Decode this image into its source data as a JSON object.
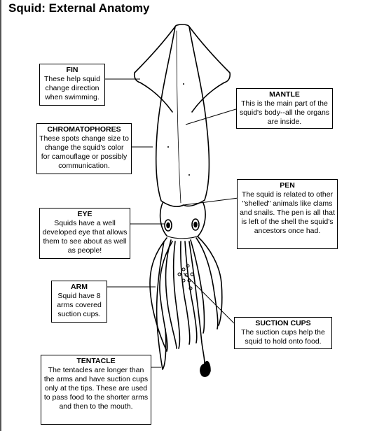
{
  "title": "Squid: External Anatomy",
  "labels": {
    "fin": {
      "heading": "FIN",
      "text": "These help squid change direction when swimming."
    },
    "mantle": {
      "heading": "MANTLE",
      "text": "This is the main part of the squid's body--all the organs are inside."
    },
    "chromatophores": {
      "heading": "CHROMATOPHORES",
      "text": "These spots change size to change the squid's color for camouflage or possibly communication."
    },
    "pen": {
      "heading": "PEN",
      "text": "The squid is related to other \"shelled\" animals like clams and snails.  The pen is all that is left of the shell the squid's ancestors once had."
    },
    "eye": {
      "heading": "EYE",
      "text": "Squids have a well developed eye that allows them to see about as well as people!"
    },
    "arm": {
      "heading": "ARM",
      "text": "Squid have 8 arms covered suction cups."
    },
    "suction_cups": {
      "heading": "SUCTION CUPS",
      "text": "The suction cups help the squid to hold onto food."
    },
    "tentacle": {
      "heading": "TENTACLE",
      "text": "The tentacles are longer than the arms and have suction cups only at the tips. These are used to pass food to the shorter arms and then to the mouth."
    }
  }
}
